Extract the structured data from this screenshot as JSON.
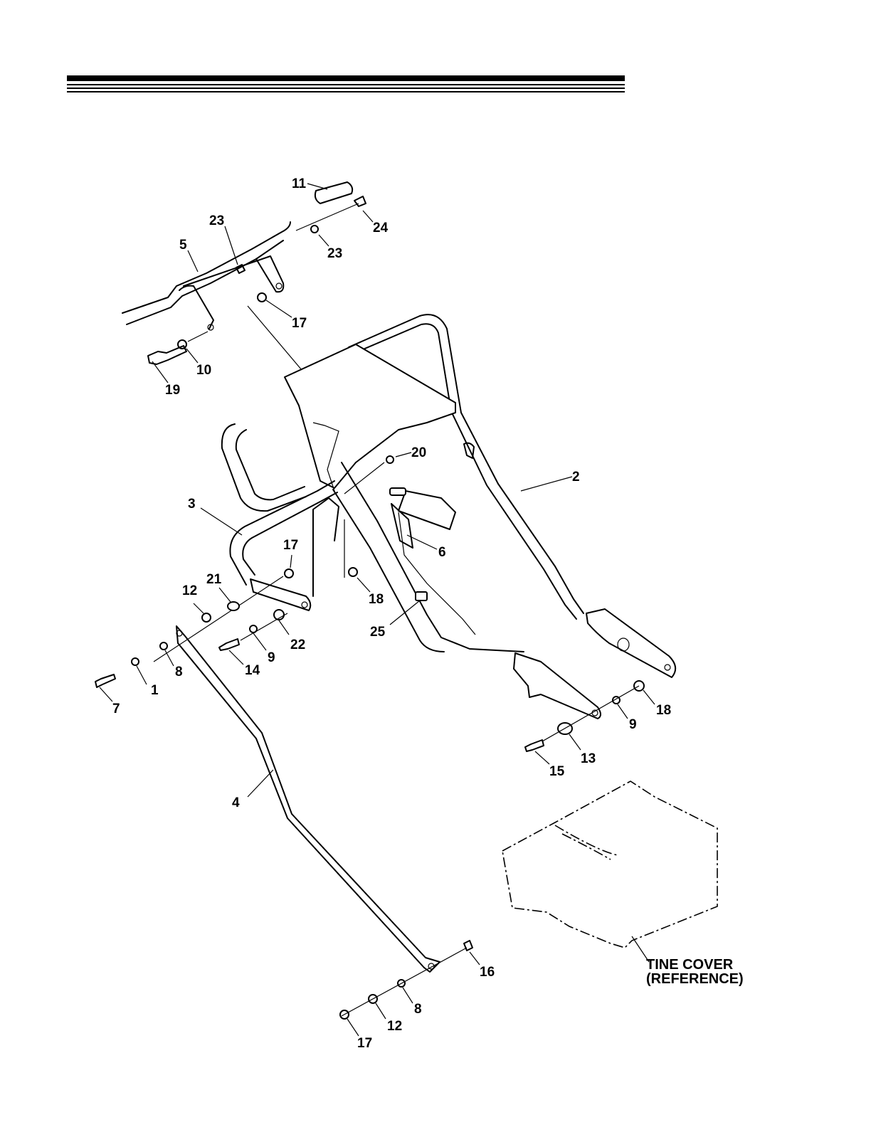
{
  "header": {
    "rule_color": "#000000"
  },
  "labels": [
    "1",
    "2",
    "3",
    "4",
    "5",
    "6",
    "7",
    "8",
    "8",
    "9",
    "9",
    "10",
    "11",
    "12",
    "12",
    "13",
    "14",
    "15",
    "16",
    "17",
    "17",
    "17",
    "18",
    "18",
    "19",
    "20",
    "21",
    "22",
    "23",
    "23",
    "24",
    "25"
  ],
  "reference": {
    "line1": "TINE COVER",
    "line2": "(REFERENCE)"
  }
}
